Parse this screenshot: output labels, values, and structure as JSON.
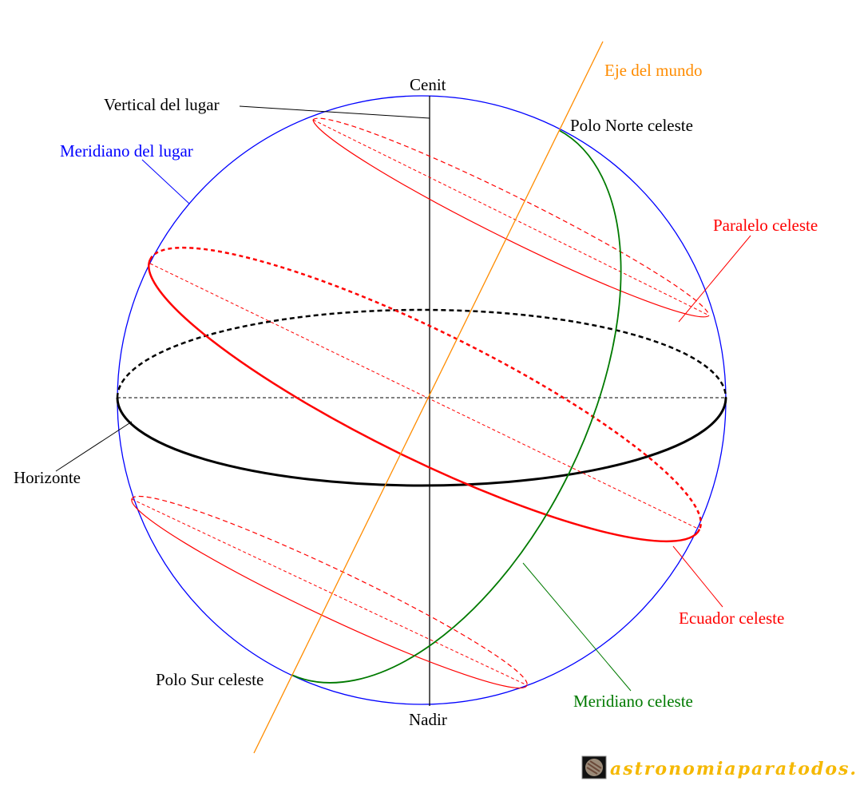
{
  "labels": {
    "cenit": "Cenit",
    "nadir": "Nadir",
    "vertical": "Vertical del lugar",
    "meridiano_lugar": "Meridiano del lugar",
    "eje": "Eje del mundo",
    "polo_norte": "Polo Norte celeste",
    "paralelo": "Paralelo celeste",
    "horizonte": "Horizonte",
    "ecuador": "Ecuador celeste",
    "meridiano_celeste": "Meridiano celeste",
    "polo_sur": "Polo Sur celeste"
  },
  "logo": {
    "text": "astronomiaparatodos.com"
  },
  "colors": {
    "sphere": "#0000ff",
    "axis": "#ff8c00",
    "red": "#ff0000",
    "green": "#007a00",
    "black": "#000000",
    "logo": "#f5b800"
  }
}
